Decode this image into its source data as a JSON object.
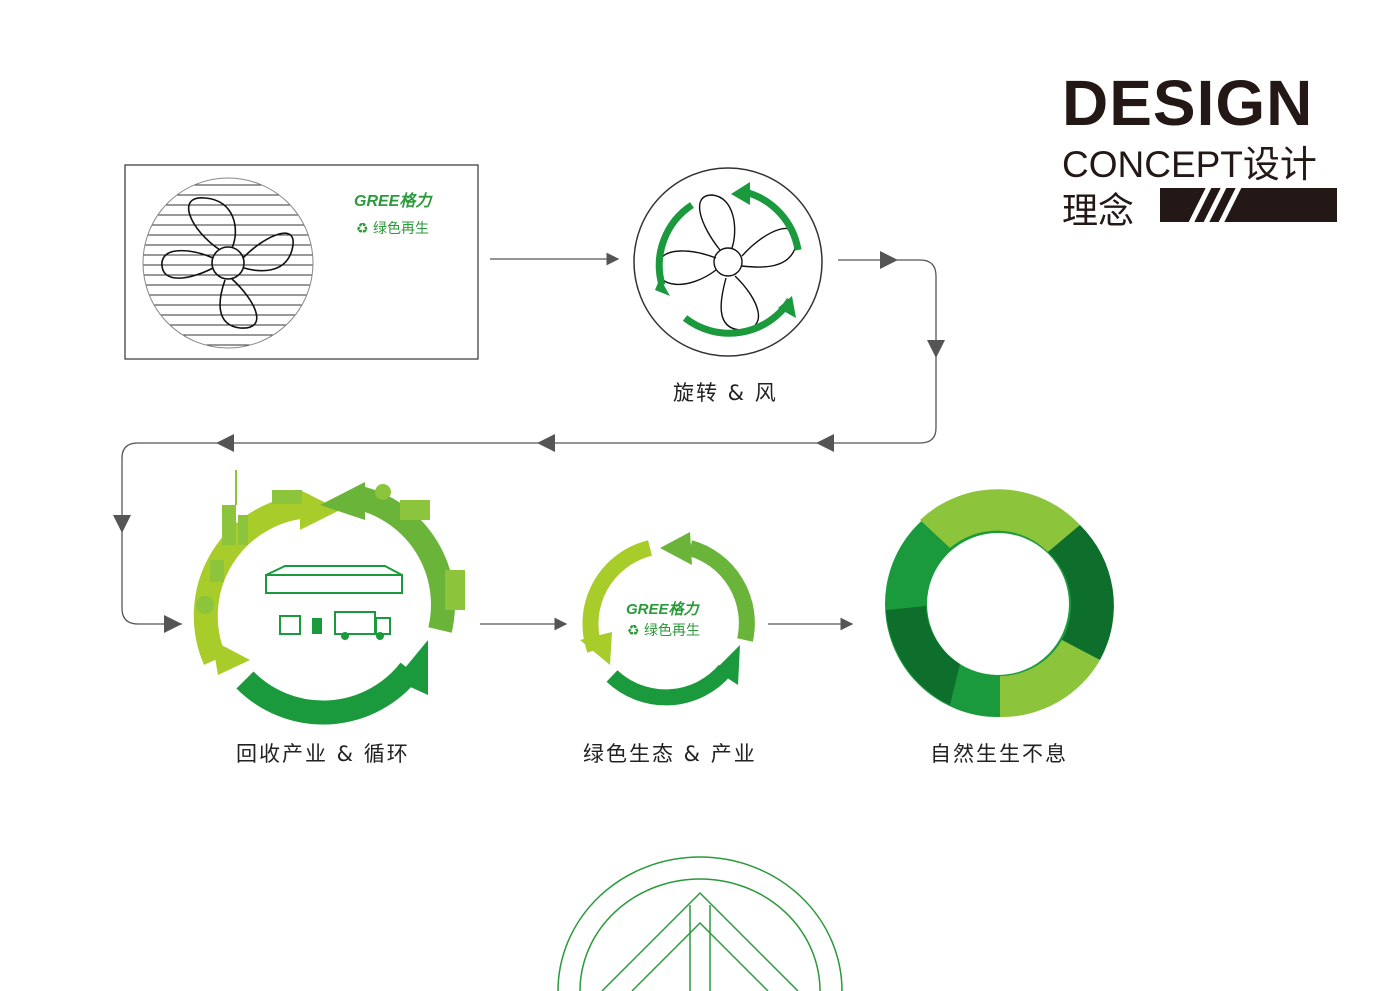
{
  "title": {
    "line1": "DESIGN",
    "line2": "CONCEPT设计",
    "line3": "理念"
  },
  "unit_panel": {
    "brand": "GREE格力",
    "slogan": "绿色再生"
  },
  "steps": [
    {
      "caption": "旋转 & 风"
    },
    {
      "caption": "回收产业 & 循环"
    },
    {
      "caption": "绿色生态 & 产业"
    },
    {
      "caption": "自然生生不息"
    }
  ],
  "eco_logo": {
    "brand": "GREE格力",
    "slogan": "绿色再生"
  },
  "colors": {
    "dark_green": "#0e6e2c",
    "green": "#1a9a3c",
    "light_green": "#8cc43c",
    "lime": "#a8cc2a",
    "ink": "#231815",
    "arrow": "#555555"
  }
}
